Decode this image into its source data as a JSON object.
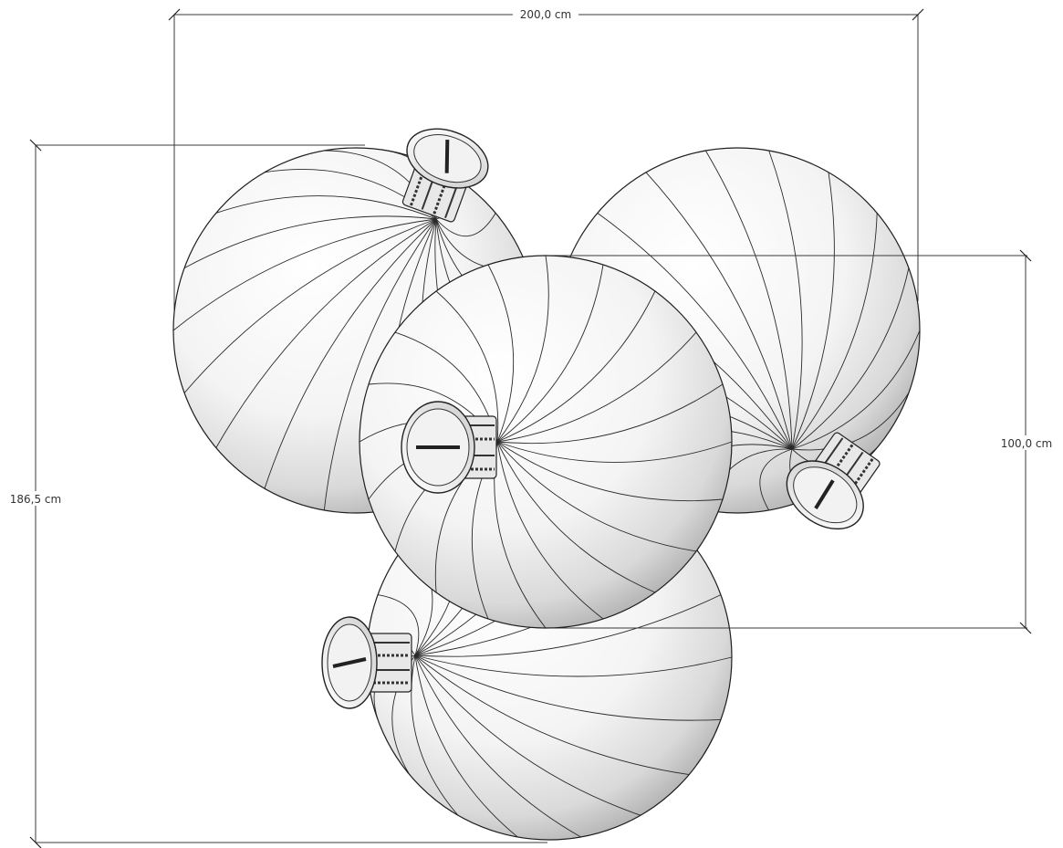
{
  "dimensions": {
    "width_label": "200,0 cm",
    "height_label": "186,5 cm",
    "ball_diameter_label": "100,0 cm"
  },
  "ornaments": [
    {
      "name": "ornament-top-left"
    },
    {
      "name": "ornament-right"
    },
    {
      "name": "ornament-bottom"
    },
    {
      "name": "ornament-center"
    }
  ],
  "colors": {
    "sphere_light": "#ffffff",
    "sphere_shadow": "#a9a9a9",
    "line": "#222222"
  }
}
